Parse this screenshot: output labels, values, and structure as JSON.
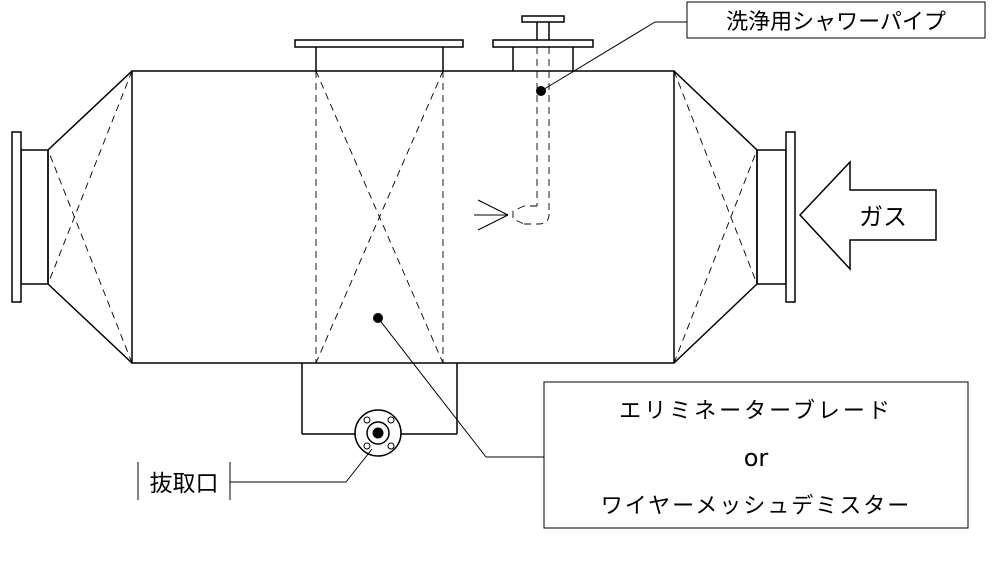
{
  "labels": {
    "shower_pipe": "洗浄用シャワーパイプ",
    "gas": "ガス",
    "drain": "抜取口",
    "element_line1": "エリミネーターブレード",
    "element_line2": "or",
    "element_line3": "ワイヤーメッシュデミスター"
  }
}
